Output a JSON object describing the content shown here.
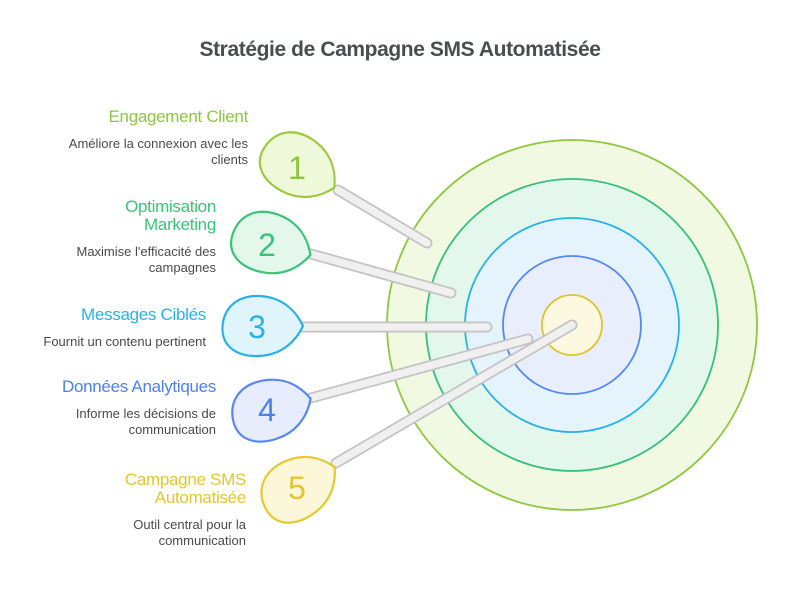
{
  "title": "Stratégie de Campagne SMS Automatisée",
  "items": [
    {
      "number": "1",
      "heading": "Engagement Client",
      "description": "Améliore la connexion avec les clients",
      "color": "#8DC63F",
      "pin": {
        "stroke": "#9CC93E",
        "fill": "#F0F8DA"
      },
      "ring": {
        "stroke": "#8FC73F",
        "fill": "#F2F9E2"
      }
    },
    {
      "number": "2",
      "heading": "Optimisation Marketing",
      "description": "Maximise l'efficacité des campagnes",
      "color": "#3AC478",
      "pin": {
        "stroke": "#3AC478",
        "fill": "#E3F7EB"
      },
      "ring": {
        "stroke": "#35C17B",
        "fill": "#E4F7ED"
      }
    },
    {
      "number": "3",
      "heading": "Messages Ciblés",
      "description": "Fournit un contenu pertinent",
      "color": "#29B2E8",
      "pin": {
        "stroke": "#29B2E8",
        "fill": "#E0F4FC"
      },
      "ring": {
        "stroke": "#29B2E8",
        "fill": "#E5F4FC"
      }
    },
    {
      "number": "4",
      "heading": "Données Analytiques",
      "description": "Informe les décisions de communication",
      "color": "#4E80EC",
      "pin": {
        "stroke": "#5787EF",
        "fill": "#E7EDFC"
      },
      "ring": {
        "stroke": "#5787EF",
        "fill": "#E9EEFC"
      }
    },
    {
      "number": "5",
      "heading": "Campagne SMS Automatisée",
      "description": "Outil central pour la communication",
      "color": "#E3C62B",
      "pin": {
        "stroke": "#E5C930",
        "fill": "#FCF7D8"
      },
      "ring": {
        "stroke": "#E0C32C",
        "fill": "#FDF9E0"
      }
    }
  ]
}
